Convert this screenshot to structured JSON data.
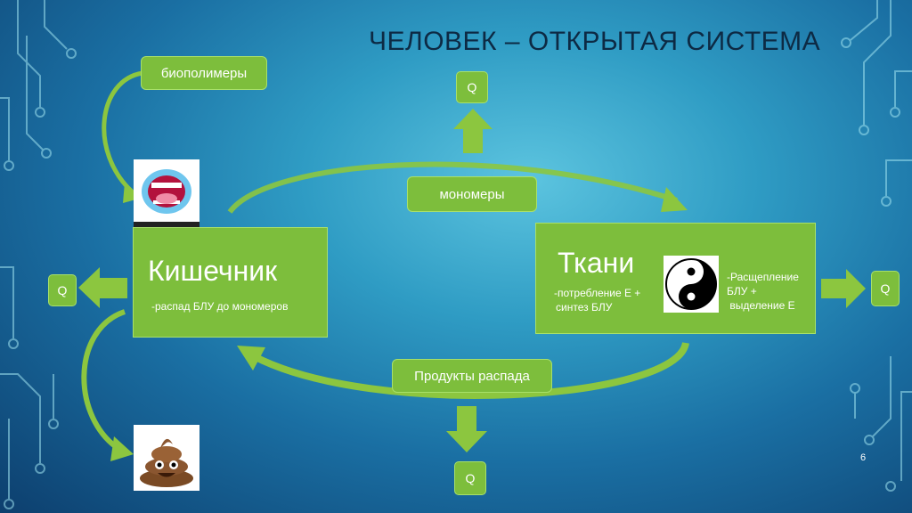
{
  "title": "ЧЕЛОВЕК – ОТКРЫТАЯ СИСТЕМА",
  "labels": {
    "biopolymers": "биополимеры",
    "monomers": "мономеры",
    "decay_products": "Продукты распада"
  },
  "q": "Q",
  "intestine": {
    "title": "Кишечник",
    "desc": "-распад БЛУ до мономеров"
  },
  "tissues": {
    "title": "Ткани",
    "desc_line1": "-потребление Е +",
    "desc_line2": "синтез БЛУ",
    "right_line1": "-Расщепление",
    "right_line2": "БЛУ +",
    "right_line3": " выделение Е"
  },
  "images": {
    "mouth": "mouth-emoji-icon",
    "poop": "poop-emoji-icon",
    "yinyang": "yin-yang-icon"
  },
  "colors": {
    "box_green": "#7dbe3c",
    "arrow_green": "#8cc63f",
    "title": "#0d2a44"
  },
  "page_number": "6"
}
